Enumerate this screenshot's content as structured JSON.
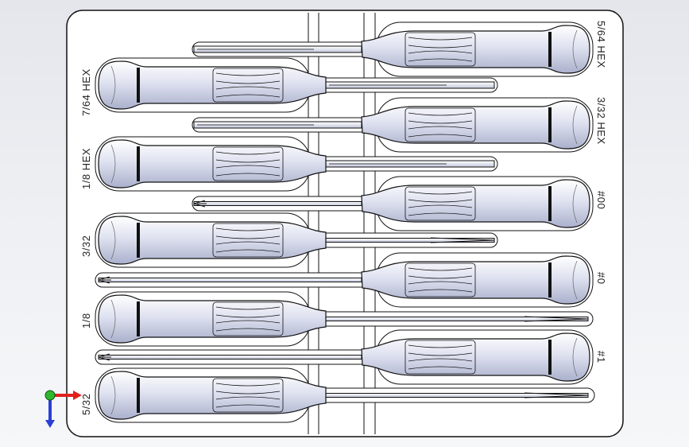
{
  "viewport": {
    "background_top": "#e4e6ec",
    "background_bottom": "#f6f7f9",
    "tray_fill": "#ffffff",
    "handle_light": "#ffffff",
    "handle_dark": "#aab0cc",
    "shaft_fill": "#e6e8f4",
    "outline_color": "#111111"
  },
  "labels": {
    "right_top": "5/64 HEX",
    "right_2": "3/32 HEX",
    "right_3": "#00",
    "right_4": "#0",
    "right_5": "#1",
    "left_1": "7/64 HEX",
    "left_2": "1/8 HEX",
    "left_3": "3/32",
    "left_4": "1/8",
    "left_5": "5/32"
  },
  "triad": {
    "x_color": "#e0201c",
    "y_color": "#2fb52f",
    "z_color": "#2a3fd6"
  }
}
